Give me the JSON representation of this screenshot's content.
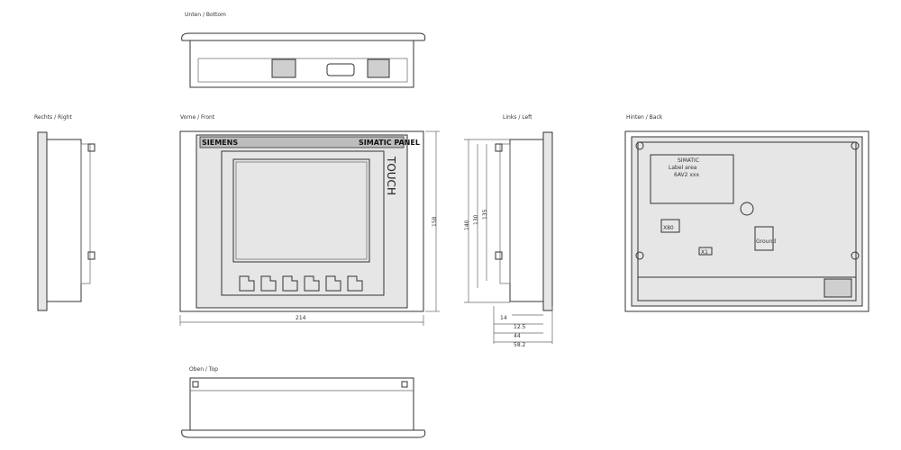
{
  "views": {
    "bottom": "Unten / Bottom",
    "right": "Rechts / Right",
    "front": "Vorne / Front",
    "left": "Links / Left",
    "back": "Hinten / Back",
    "top": "Oben / Top"
  },
  "front_panel": {
    "brand": "SIEMENS",
    "product": "SIMATIC PANEL",
    "touch": "TOUCH"
  },
  "dimensions": {
    "width": "214",
    "height": "158",
    "side_h1": "140",
    "side_h2": "130",
    "side_h3": "135",
    "depth_1": "14",
    "depth_2": "12.5",
    "depth_3": "44",
    "depth_4": "58.2"
  },
  "back_panel": {
    "label_1": "SIMATIC",
    "label_2": "Label area",
    "label_3": "6AV2 xxx",
    "small_label": "X80",
    "small_label_2": "X1",
    "ground_label": "Ground"
  },
  "colors": {
    "line": "#333333",
    "panel_fill": "#e6e6e6"
  }
}
